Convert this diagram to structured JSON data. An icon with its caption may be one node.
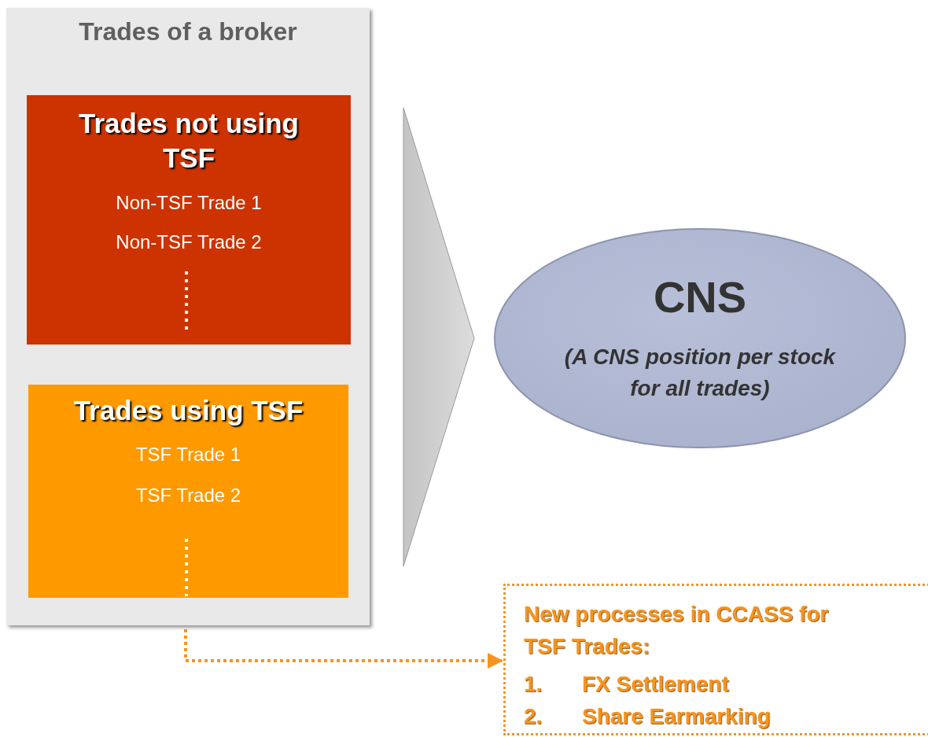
{
  "diagram": {
    "nodes": [
      {
        "text": [
          "Trades of a broker"
        ]
      },
      {
        "text": [
          "Trades not using TSF",
          "Non-TSF Trade 1",
          "Non-TSF Trade 2"
        ],
        "in": 0
      },
      {
        "text": [
          "Trades using TSF",
          "TSF Trade 1",
          "TSF Trade 2"
        ],
        "in": 0
      },
      {
        "text": [
          "CNS",
          "(A CNS position per stock for all trades)"
        ]
      },
      {
        "text": [
          "New processes in CCASS for TSF Trades:",
          "1.",
          "FX Settlement",
          "2.",
          "Share Earmarking"
        ]
      }
    ],
    "edges": [
      {
        "from": 0,
        "to": 3,
        "arrow": "to",
        "style": "thick",
        "color": "#dcdcdc"
      },
      {
        "from": 2,
        "to": 4,
        "arrow": "to",
        "style": "dashed"
      }
    ]
  }
}
